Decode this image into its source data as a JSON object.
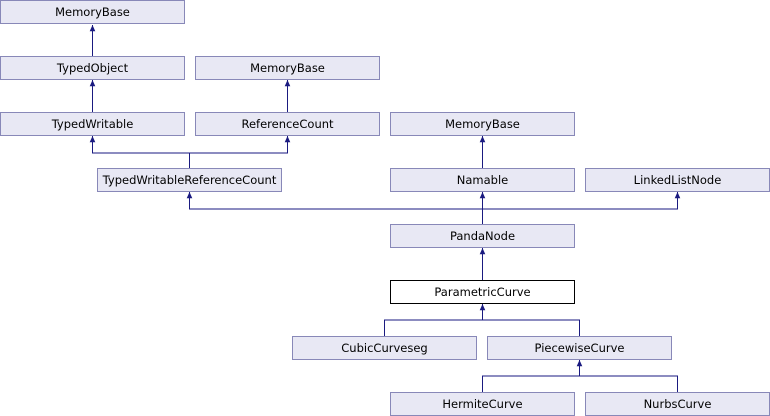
{
  "diagram": {
    "colors": {
      "node_fill": "#e8e8f4",
      "node_border": "#8888b8",
      "current_fill": "#ffffff",
      "current_border": "#000000",
      "edge": "#1a1a80"
    },
    "nodes": {
      "mb1": "MemoryBase",
      "typed_object": "TypedObject",
      "mb2": "MemoryBase",
      "typed_writable": "TypedWritable",
      "reference_count": "ReferenceCount",
      "mb3": "MemoryBase",
      "twrc": "TypedWritableReferenceCount",
      "namable": "Namable",
      "linked_list_node": "LinkedListNode",
      "panda_node": "PandaNode",
      "parametric_curve": "ParametricCurve",
      "cubic_curveseg": "CubicCurveseg",
      "piecewise_curve": "PiecewiseCurve",
      "hermite_curve": "HermiteCurve",
      "nurbs_curve": "NurbsCurve"
    }
  }
}
